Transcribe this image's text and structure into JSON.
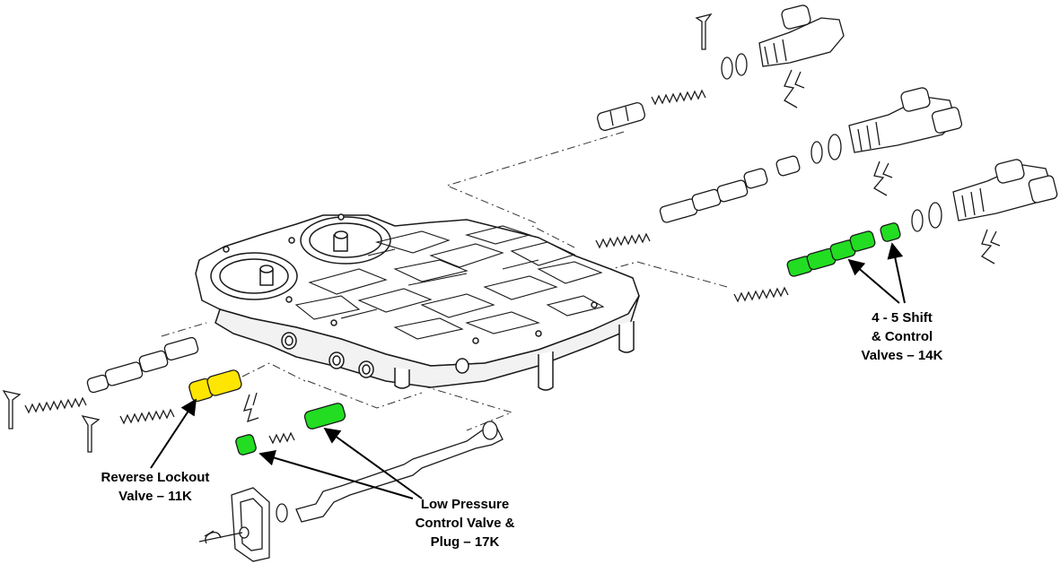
{
  "colors": {
    "line": "#1a1a1a",
    "outline_fill": "#ffffff",
    "highlight_yellow": "#ffe600",
    "highlight_green": "#22dd22",
    "body_shade": "#f2f2f2"
  },
  "labels": {
    "reverse_lockout": [
      "Reverse Lockout",
      "Valve – 11K"
    ],
    "low_pressure": [
      "Low Pressure",
      "Control Valve &",
      "Plug – 17K"
    ],
    "shift_control": [
      "4 - 5  Shift",
      "& Control",
      "Valves – 14K"
    ]
  }
}
